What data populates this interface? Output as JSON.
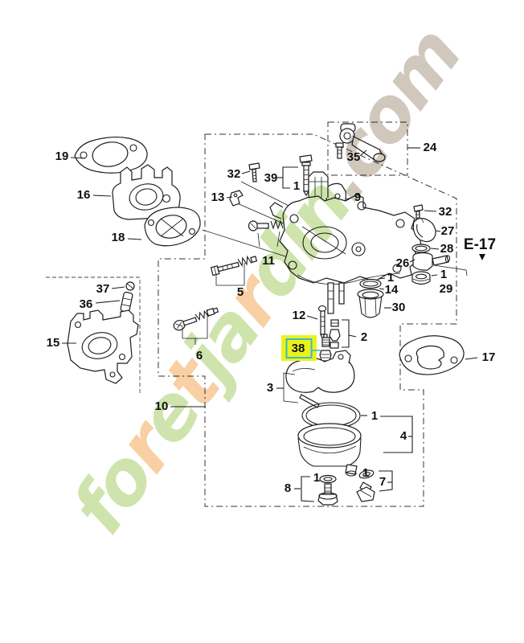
{
  "watermark": {
    "letters": [
      {
        "ch": "f",
        "color": "#c6df9e"
      },
      {
        "ch": "o",
        "color": "#c6df9e"
      },
      {
        "ch": "r",
        "color": "#f7c893"
      },
      {
        "ch": "e",
        "color": "#c6df9e"
      },
      {
        "ch": "t",
        "color": "#f7c893"
      },
      {
        "ch": "j",
        "color": "#c6df9e"
      },
      {
        "ch": "a",
        "color": "#c6df9e"
      },
      {
        "ch": "r",
        "color": "#f7c893"
      },
      {
        "ch": "d",
        "color": "#c6df9e"
      },
      {
        "ch": "i",
        "color": "#c6df9e"
      },
      {
        "ch": "n",
        "color": "#c6df9e"
      },
      {
        "ch": ".",
        "color": "#c8bfb1"
      },
      {
        "ch": "c",
        "color": "#c8bfb1"
      },
      {
        "ch": "o",
        "color": "#c8bfb1"
      },
      {
        "ch": "m",
        "color": "#c8bfb1"
      }
    ]
  },
  "highlight": {
    "label": "38",
    "bg": "#e9f31b",
    "border": "#41b7c6"
  },
  "section_ref": {
    "label": "E-17"
  },
  "part_labels": {
    "p19": "19",
    "p16": "16",
    "p18": "18",
    "p32_top": "32",
    "p39": "39",
    "p1_39": "1",
    "p13": "13",
    "p35": "35",
    "p24": "24",
    "p9": "9",
    "p11": "11",
    "p5": "5",
    "p7_none": "",
    "p37": "37",
    "p36": "36",
    "p15": "15",
    "p6": "6",
    "p12": "12",
    "p2": "2",
    "p3": "3",
    "p1_14": "1",
    "p14": "14",
    "p30": "30",
    "p32_right": "32",
    "p27": "27",
    "p28": "28",
    "p26": "26",
    "p1_29": "1",
    "p29": "29",
    "p17": "17",
    "p10": "10",
    "p1_bowl": "1",
    "p4": "4",
    "p1_8": "1",
    "p8": "8",
    "p1_7": "1",
    "p7": "7"
  }
}
